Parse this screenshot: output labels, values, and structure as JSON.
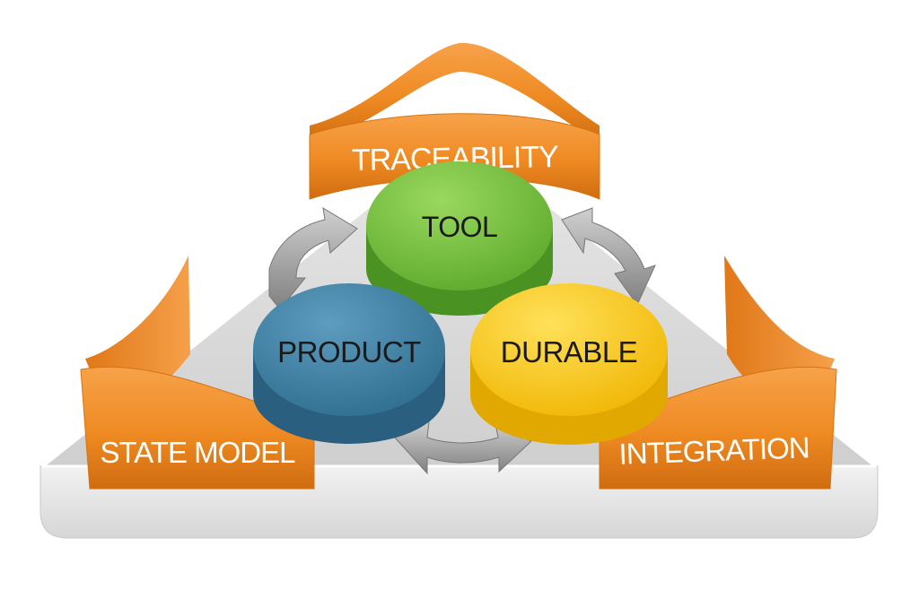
{
  "diagram": {
    "center_nodes": [
      {
        "id": "tool",
        "label": "TOOL",
        "color": "#6cbc3c",
        "color_dark": "#4f9a28"
      },
      {
        "id": "product",
        "label": "PRODUCT",
        "color": "#3f7ea0",
        "color_dark": "#2b5f7d"
      },
      {
        "id": "durable",
        "label": "DURABLE",
        "color": "#f5c518",
        "color_dark": "#d9a400"
      }
    ],
    "outer_bands": [
      {
        "id": "traceability",
        "label": "TRACEABILITY"
      },
      {
        "id": "state-model",
        "label": "STATE MODEL"
      },
      {
        "id": "integration",
        "label": "INTEGRATION"
      }
    ],
    "colors": {
      "band_orange": "#f08a24",
      "band_orange_dark": "#c96a12",
      "platform_gray": "#dcdcdc",
      "arrow_gray": "#a9a9a9"
    }
  }
}
